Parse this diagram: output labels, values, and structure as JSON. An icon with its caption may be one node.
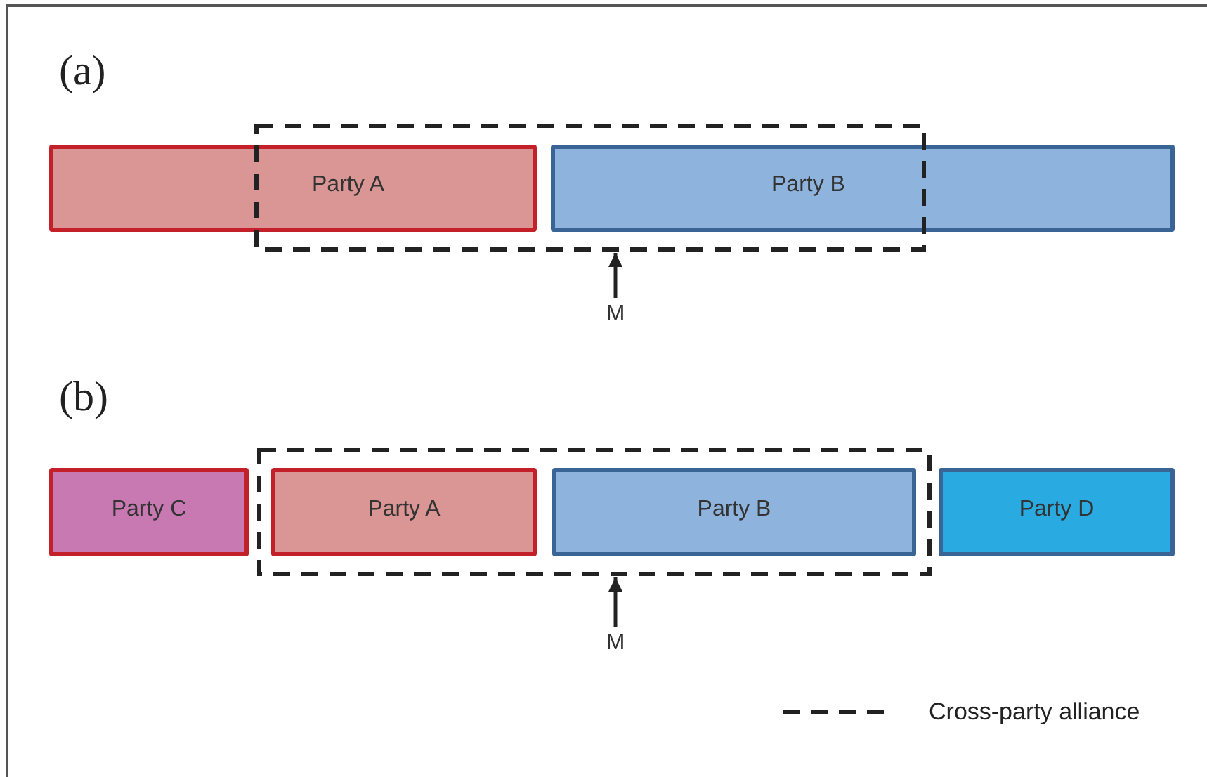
{
  "diagram": {
    "nodes": [
      {
        "text": [
          "Party A"
        ]
      },
      {
        "text": [
          "Party B"
        ]
      },
      {
        "text": [],
        "shape": "box"
      },
      {
        "text": [
          "M"
        ]
      },
      {
        "text": [
          "Party C"
        ]
      },
      {
        "text": [],
        "shape": "box"
      },
      {
        "text": [
          "Party A"
        ],
        "in": 5
      },
      {
        "text": [
          "Party B"
        ],
        "in": 5
      },
      {
        "text": [
          "Party D"
        ]
      },
      {
        "text": [
          "M"
        ]
      }
    ],
    "edges": [
      {
        "from": 3,
        "to": 2,
        "arrow": "to"
      },
      {
        "from": 9,
        "to": 5,
        "arrow": "to"
      }
    ],
    "labels": [
      "(a)",
      "(b)"
    ],
    "legend": [
      {
        "text": "Cross-party alliance"
      }
    ]
  }
}
